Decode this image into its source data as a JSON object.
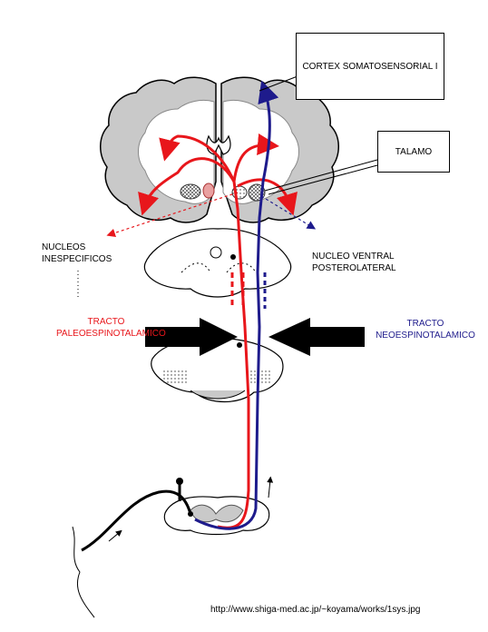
{
  "labels": {
    "cortex": "CORTEX SOMATOSENSORIAL I",
    "talamo": "TALAMO",
    "nucleos_line1": "NUCLEOS",
    "nucleos_line2": "INESPECIFICOS",
    "nucleo_ventral_line1": "NUCLEO VENTRAL",
    "nucleo_ventral_line2": "POSTEROLATERAL",
    "tracto_paleo_line1": "TRACTO",
    "tracto_paleo_line2": "PALEOESPINOTALAMICO",
    "tracto_neo_line1": "TRACTO",
    "tracto_neo_line2": "NEOESPINOTALAMICO",
    "source_url": "http://www.shiga-med.ac.jp/~koyama/works/1sys.jpg"
  },
  "colors": {
    "paleo_tract": "#e8161b",
    "neo_tract": "#1e1b8c",
    "gray_matter": "#c9c9c9",
    "outline": "#000000"
  }
}
